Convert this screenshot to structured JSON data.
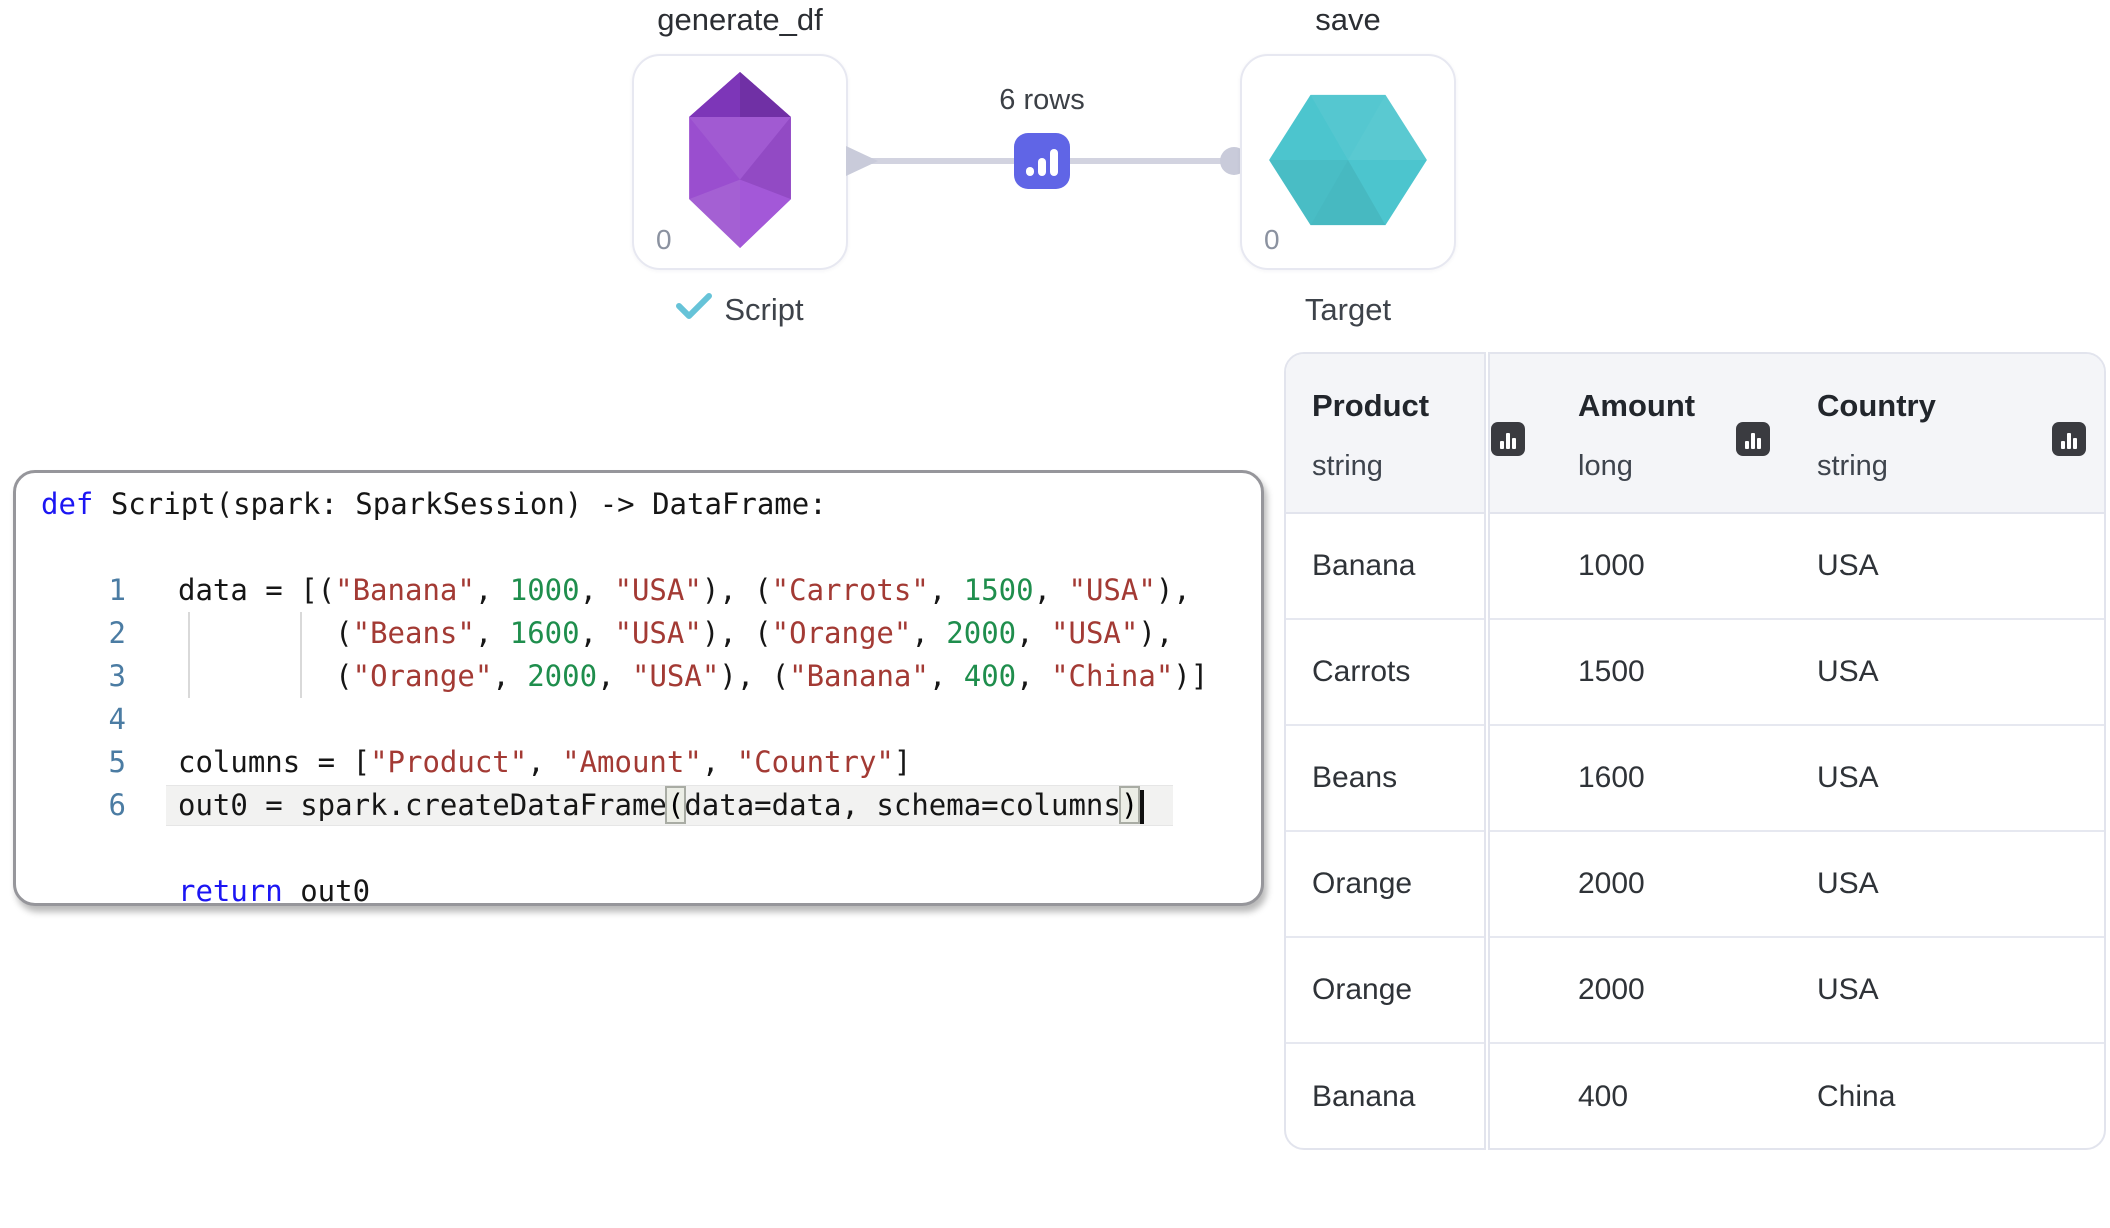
{
  "flow": {
    "source_node": {
      "title": "generate_df",
      "count": "0",
      "status_label": "Script",
      "icon": "gem-icon"
    },
    "target_node": {
      "title": "save",
      "count": "0",
      "status_label": "Target",
      "icon": "hexagon-icon"
    },
    "edge": {
      "label": "6 rows",
      "badge_icon": "bar-chart-icon"
    }
  },
  "colors": {
    "gem_purple": "#9a4ecf",
    "gem_purple_dark": "#7d36b8",
    "hexagon_teal": "#4cc5ce",
    "badge_indigo": "#6065e6",
    "edge_gray": "#d2d3e0",
    "keyword_blue": "#1c16f3",
    "string_red": "#a33a34",
    "number_green": "#1f8e4d",
    "line_number_blue": "#4b7ca3",
    "check_teal": "#66c3d8"
  },
  "editor": {
    "lines": [
      {
        "n": "",
        "flush": true,
        "seg": [
          [
            "kw",
            "def"
          ],
          [
            "pl",
            " Script(spark: SparkSession) -> DataFrame:"
          ]
        ]
      },
      {
        "n": "",
        "seg": []
      },
      {
        "n": "1",
        "seg": [
          [
            "pl",
            "data = [("
          ],
          [
            "str",
            "\"Banana\""
          ],
          [
            "pl",
            ", "
          ],
          [
            "num",
            "1000"
          ],
          [
            "pl",
            ", "
          ],
          [
            "str",
            "\"USA\""
          ],
          [
            "pl",
            "), ("
          ],
          [
            "str",
            "\"Carrots\""
          ],
          [
            "pl",
            ", "
          ],
          [
            "num",
            "1500"
          ],
          [
            "pl",
            ", "
          ],
          [
            "str",
            "\"USA\""
          ],
          [
            "pl",
            "),"
          ]
        ]
      },
      {
        "n": "2",
        "guides": true,
        "seg": [
          [
            "pl",
            "         ("
          ],
          [
            "str",
            "\"Beans\""
          ],
          [
            "pl",
            ", "
          ],
          [
            "num",
            "1600"
          ],
          [
            "pl",
            ", "
          ],
          [
            "str",
            "\"USA\""
          ],
          [
            "pl",
            "), ("
          ],
          [
            "str",
            "\"Orange\""
          ],
          [
            "pl",
            ", "
          ],
          [
            "num",
            "2000"
          ],
          [
            "pl",
            ", "
          ],
          [
            "str",
            "\"USA\""
          ],
          [
            "pl",
            "),"
          ]
        ]
      },
      {
        "n": "3",
        "guides": true,
        "seg": [
          [
            "pl",
            "         ("
          ],
          [
            "str",
            "\"Orange\""
          ],
          [
            "pl",
            ", "
          ],
          [
            "num",
            "2000"
          ],
          [
            "pl",
            ", "
          ],
          [
            "str",
            "\"USA\""
          ],
          [
            "pl",
            "), ("
          ],
          [
            "str",
            "\"Banana\""
          ],
          [
            "pl",
            ", "
          ],
          [
            "num",
            "400"
          ],
          [
            "pl",
            ", "
          ],
          [
            "str",
            "\"China\""
          ],
          [
            "pl",
            ")]"
          ]
        ]
      },
      {
        "n": "4",
        "seg": []
      },
      {
        "n": "5",
        "seg": [
          [
            "pl",
            "columns = ["
          ],
          [
            "str",
            "\"Product\""
          ],
          [
            "pl",
            ", "
          ],
          [
            "str",
            "\"Amount\""
          ],
          [
            "pl",
            ", "
          ],
          [
            "str",
            "\"Country\""
          ],
          [
            "pl",
            "]"
          ]
        ]
      },
      {
        "n": "6",
        "active": true,
        "seg": [
          [
            "pl",
            "out0 = spark.createDataFrame"
          ],
          [
            "br",
            "("
          ],
          [
            "pl",
            "data=data, schema=columns"
          ],
          [
            "br",
            ")"
          ],
          [
            "cursor",
            ""
          ]
        ]
      },
      {
        "n": "",
        "seg": []
      },
      {
        "n": "",
        "seg": [
          [
            "kw",
            "return"
          ],
          [
            "pl",
            " out0"
          ]
        ]
      }
    ]
  },
  "table": {
    "columns": [
      {
        "name": "Product",
        "type": "string",
        "icon": "histogram-icon"
      },
      {
        "name": "Amount",
        "type": "long",
        "icon": "histogram-icon"
      },
      {
        "name": "Country",
        "type": "string",
        "icon": "histogram-icon"
      }
    ],
    "rows": [
      [
        "Banana",
        "1000",
        "USA"
      ],
      [
        "Carrots",
        "1500",
        "USA"
      ],
      [
        "Beans",
        "1600",
        "USA"
      ],
      [
        "Orange",
        "2000",
        "USA"
      ],
      [
        "Orange",
        "2000",
        "USA"
      ],
      [
        "Banana",
        "400",
        "China"
      ]
    ]
  }
}
